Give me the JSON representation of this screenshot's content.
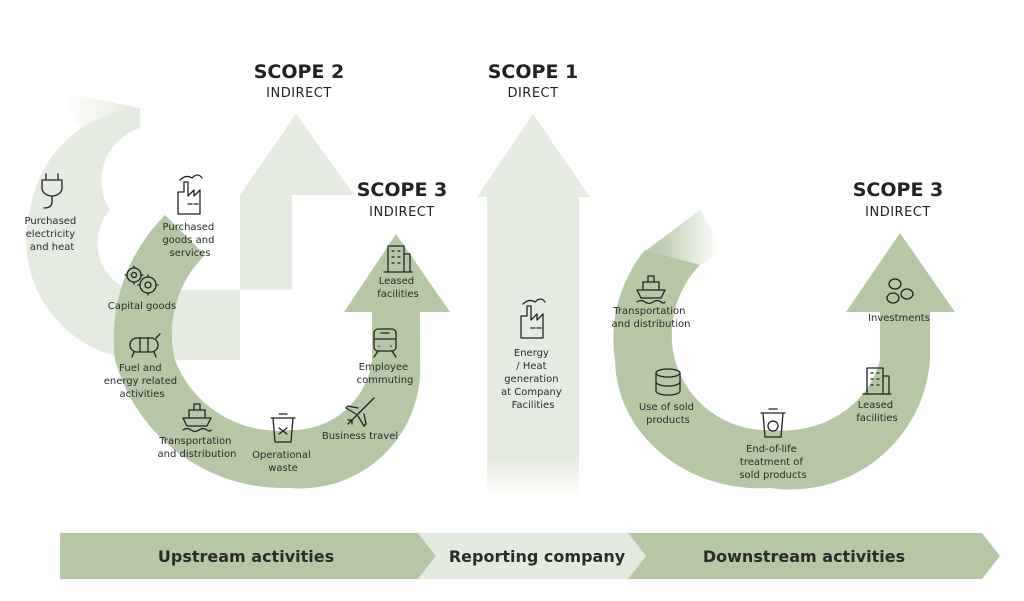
{
  "scopes": {
    "scope2": {
      "title": "SCOPE 2",
      "subtitle": "INDIRECT"
    },
    "scope1": {
      "title": "SCOPE 1",
      "subtitle": "DIRECT"
    },
    "scope3_upstream": {
      "title": "SCOPE 3",
      "subtitle": "INDIRECT"
    },
    "scope3_downstream": {
      "title": "SCOPE 3",
      "subtitle": "INDIRECT"
    }
  },
  "scope2_items": [
    {
      "icon": "plug-icon",
      "lines": [
        "Purchased",
        "electricity",
        "and heat"
      ]
    }
  ],
  "upstream_items": [
    {
      "icon": "factory-icon",
      "lines": [
        "Purchased",
        "goods and",
        "services"
      ]
    },
    {
      "icon": "gears-icon",
      "lines": [
        "Capital goods"
      ]
    },
    {
      "icon": "fuel-tank-icon",
      "lines": [
        "Fuel and",
        "energy related",
        "activities"
      ]
    },
    {
      "icon": "ship-icon",
      "lines": [
        "Transportation",
        "and distribution"
      ]
    },
    {
      "icon": "waste-bin-icon",
      "lines": [
        "Operational",
        "waste"
      ]
    },
    {
      "icon": "airplane-icon",
      "lines": [
        "Business travel"
      ]
    },
    {
      "icon": "train-icon",
      "lines": [
        "Employee",
        "commuting"
      ]
    },
    {
      "icon": "building-icon",
      "lines": [
        "Leased",
        "facilities"
      ]
    }
  ],
  "scope1_items": [
    {
      "icon": "factory-icon",
      "lines": [
        "Energy",
        "/ Heat",
        "generation",
        "at Company",
        "Facilities"
      ]
    }
  ],
  "downstream_items": [
    {
      "icon": "ship-icon",
      "lines": [
        "Transportation",
        "and distribution"
      ]
    },
    {
      "icon": "database-icon",
      "lines": [
        "Use of sold",
        "products"
      ]
    },
    {
      "icon": "recycle-bin-icon",
      "lines": [
        "End-of-life",
        "treatment of",
        "sold products"
      ]
    },
    {
      "icon": "building-icon",
      "lines": [
        "Leased",
        "facilities"
      ]
    },
    {
      "icon": "coins-icon",
      "lines": [
        "Investments"
      ]
    }
  ],
  "bar": {
    "upstream": "Upstream activities",
    "reporting": "Reporting company",
    "downstream": "Downstream activities"
  },
  "colors": {
    "light_green": "#e6ebe1",
    "medium_green": "#b5c7a5",
    "bar_green": "#b5c7a5",
    "bar_light": "#e4eadd",
    "text": "#222222"
  }
}
